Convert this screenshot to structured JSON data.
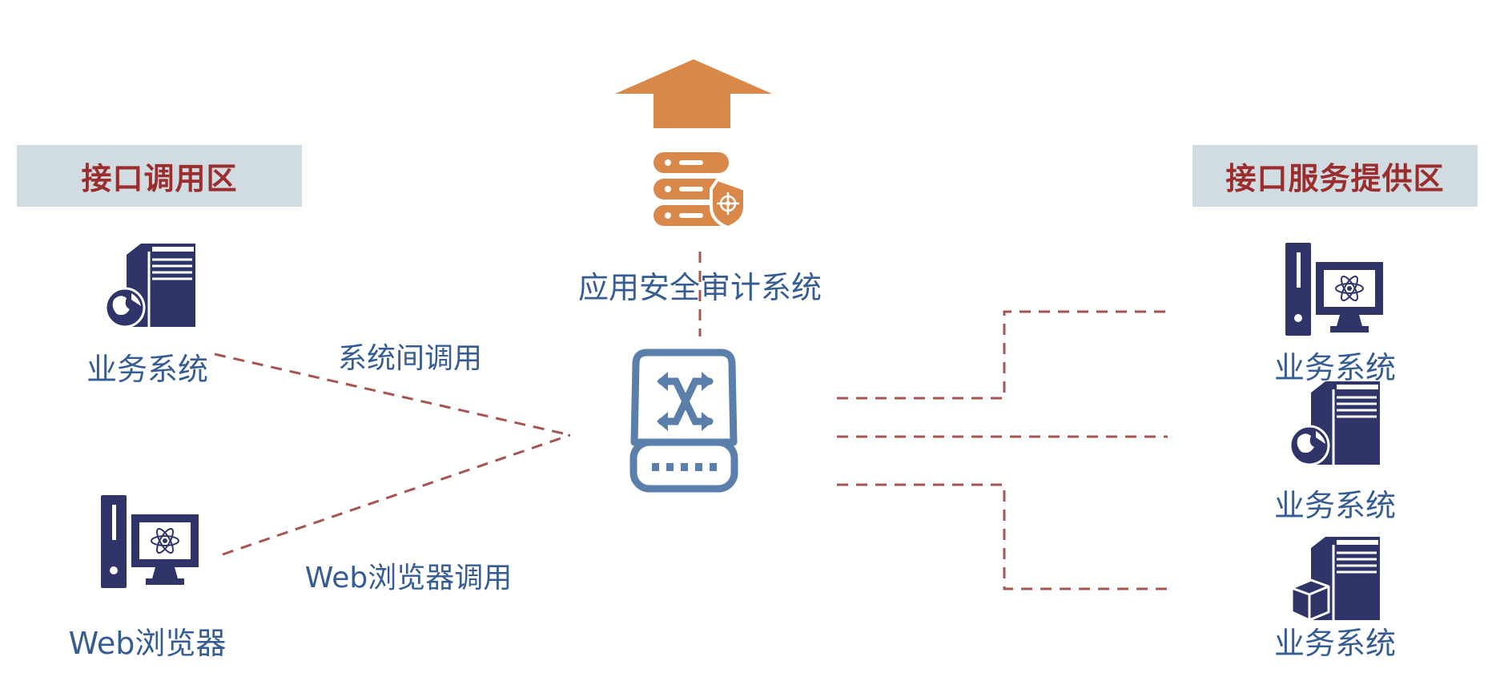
{
  "zones": {
    "left": "接口调用区",
    "right": "接口服务提供区"
  },
  "audit": {
    "label": "应用安全审计系统"
  },
  "left_nodes": {
    "business": "业务系统",
    "browser": "Web浏览器"
  },
  "edge_labels": {
    "system_call": "系统间调用",
    "browser_call": "Web浏览器调用"
  },
  "right_nodes": [
    {
      "label": "业务系统"
    },
    {
      "label": "业务系统"
    },
    {
      "label": "业务系统"
    }
  ],
  "colors": {
    "zone_bg": "#d0dbe2",
    "zone_text": "#9b2d2d",
    "label_text": "#355c93",
    "audit_orange": "#d9884a",
    "switch_blue": "#5b7fab",
    "server_navy": "#2f3569",
    "dashed_line": "#a65550"
  }
}
